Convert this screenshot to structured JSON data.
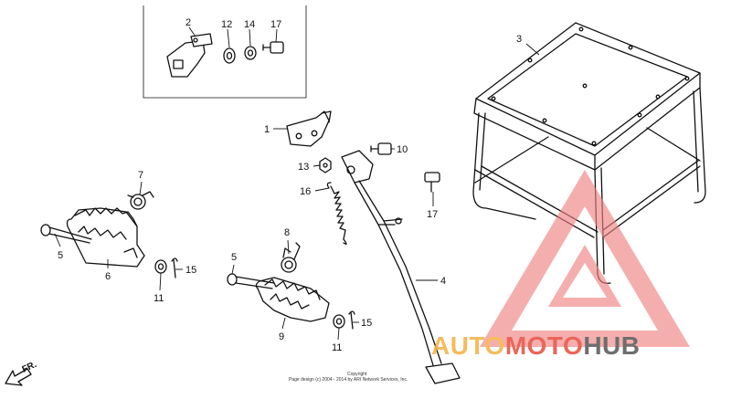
{
  "diagram": {
    "part_numbers": {
      "p1": "1",
      "p2": "2",
      "p3": "3",
      "p4": "4",
      "p5a": "5",
      "p5b": "5",
      "p6": "6",
      "p7": "7",
      "p8": "8",
      "p9": "9",
      "p10": "10",
      "p11a": "11",
      "p11b": "11",
      "p12": "12",
      "p13": "13",
      "p14": "14",
      "p15a": "15",
      "p15b": "15",
      "p16": "16",
      "p17a": "17",
      "p17b": "17"
    },
    "direction_label": "FR.",
    "copyright_line1": "Copyright",
    "copyright_line2": "Page design (c) 2004 - 2014 by ARI Network Services, Inc."
  },
  "watermark": {
    "part1": "AUTO",
    "part2": "MOTO",
    "part3": "HUB",
    "colors": {
      "auto": "#f5b041",
      "moto": "#e74c3c",
      "hub": "#555555",
      "triangle": "#f08080"
    }
  }
}
